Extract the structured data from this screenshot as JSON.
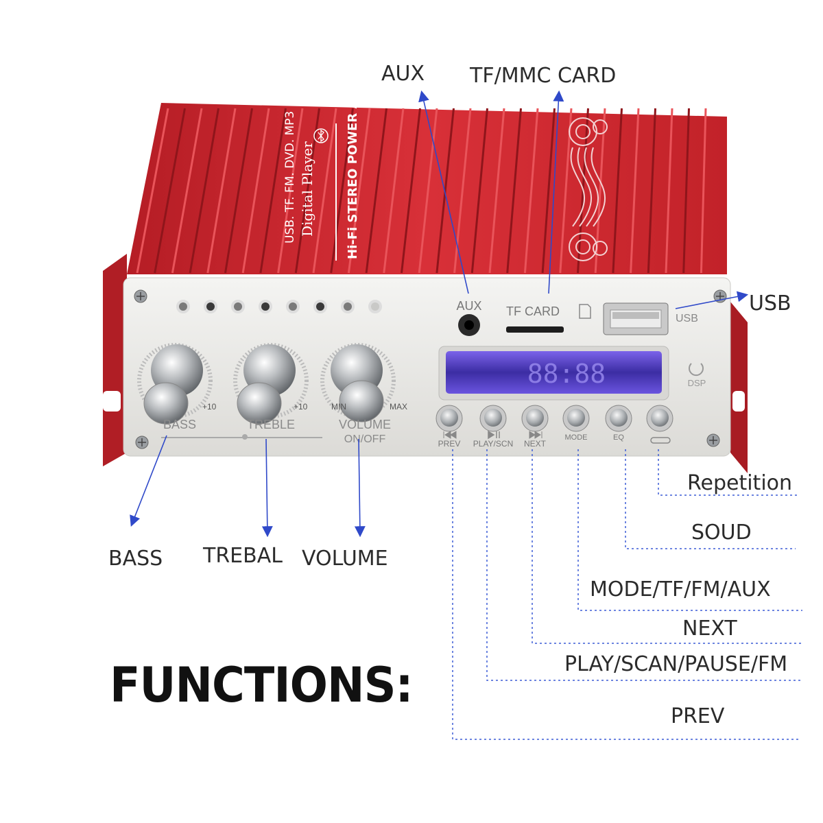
{
  "heading": "FUNCTIONS:",
  "callouts": {
    "aux": "AUX",
    "tf_card": "TF/MMC CARD",
    "usb": "USB",
    "bass": "BASS",
    "treble": "TREBAL",
    "volume": "VOLUME",
    "repetition": "Repetition",
    "eq": "SOUD",
    "mode": "MODE/TF/FM/AUX",
    "next": "NEXT",
    "play": "PLAY/SCAN/PAUSE/FM",
    "prev": "PREV"
  },
  "device": {
    "top_label_1": "USB. TF. FM. DVD. MP3",
    "top_label_2": "Digital  Player",
    "top_label_3": "Hi-Fi STEREO POWER AMPLIFIER",
    "aux_port": "AUX",
    "tf_port": "TF  CARD",
    "usb_port": "USB",
    "dsp": "DSP",
    "knob_bass": "BASS",
    "knob_treble": "TREBLE",
    "knob_volume": "VOLUME",
    "power": "ON/OFF",
    "scale_bass": "+10",
    "scale_treble": "+10",
    "scale_vol_min": "MIN",
    "scale_vol_max": "MAX",
    "lcd_digits": "88:88",
    "btn_prev": "PREV",
    "btn_play": "PLAY/SCN",
    "btn_next": "NEXT",
    "btn_mode": "MODE",
    "btn_eq": "EQ"
  },
  "colors": {
    "body_red": "#c8262d",
    "panel": "#ecebe8",
    "arrow_blue": "#2f49c9",
    "lcd": "#6a4fd8"
  },
  "icon_names": [
    "bluetooth-icon",
    "music-staff-icon",
    "sd-card-icon",
    "dsp-icon",
    "repeat-icon"
  ]
}
